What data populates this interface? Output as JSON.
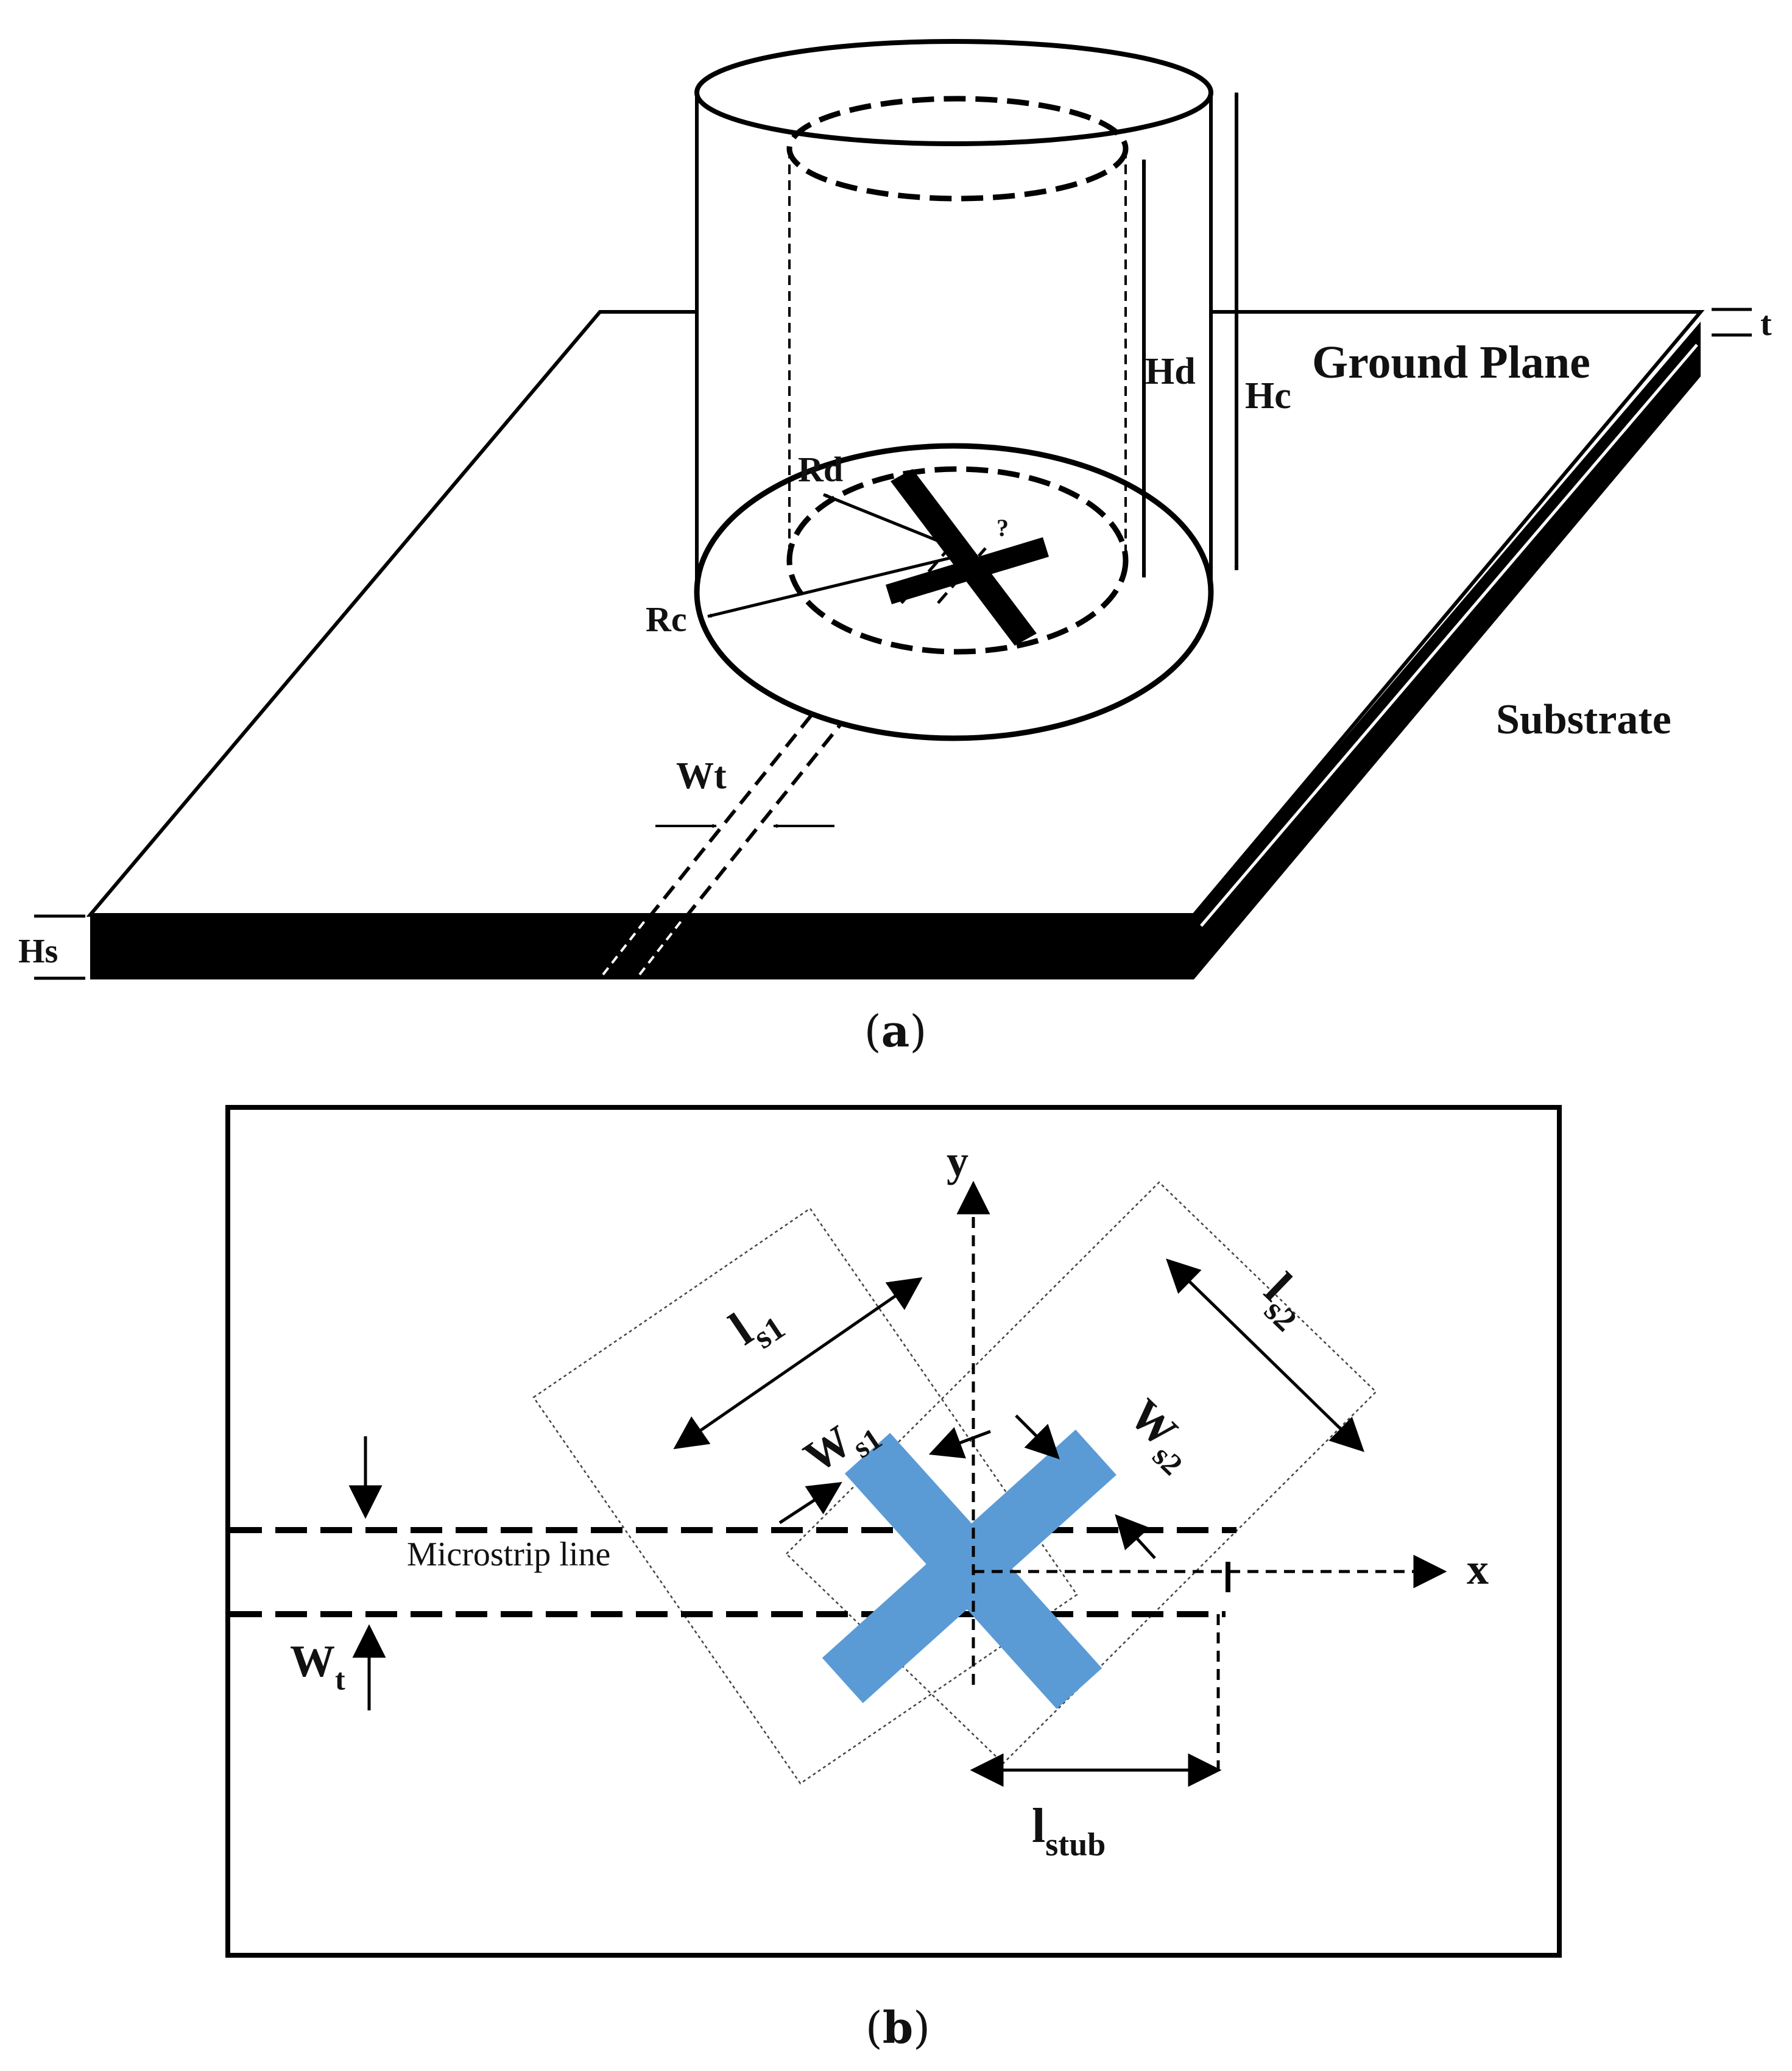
{
  "figure_a": {
    "caption_open": "(",
    "caption_letter": "a",
    "caption_close": ")",
    "labels": {
      "ground_plane": "Ground Plane",
      "substrate": "Substrate",
      "t": "t",
      "hd": "Hd",
      "hc": "Hc",
      "rd": "Rd",
      "rc": "Rc",
      "wt": "Wt",
      "hs": "Hs"
    }
  },
  "figure_b": {
    "caption_open": "(",
    "caption_letter": "b",
    "caption_close": ")",
    "labels": {
      "y": "y",
      "x": "x",
      "ls1_main": "l",
      "ls1_sub": "s1",
      "ls2_main": "l",
      "ls2_sub": "s2",
      "ws1_main": "W",
      "ws1_sub": "s1",
      "ws2_main": "W",
      "ws2_sub": "s2",
      "microstrip": "Microstrip line",
      "wt_main": "W",
      "wt_sub": "t",
      "lstub_main": "l",
      "lstub_sub": "stub"
    },
    "colors": {
      "cross_slot": "#5b9bd5"
    }
  }
}
